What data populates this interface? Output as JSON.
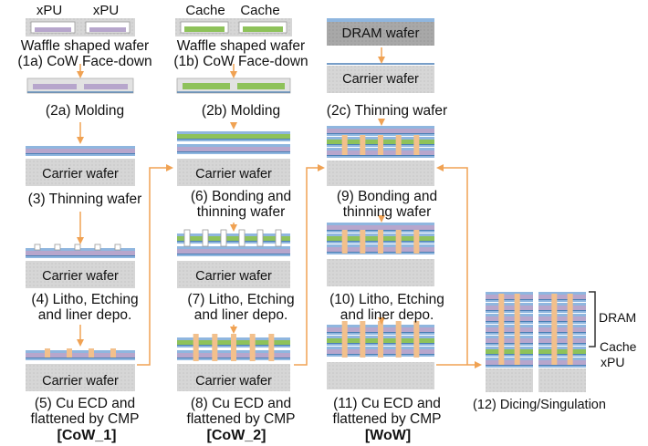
{
  "colors": {
    "carrier": "#d4d4d4",
    "dram": "#a9a9a9",
    "device": "#b7a6cc",
    "cache_green": "#8ec25a",
    "cu_pillar": "#f2c08c",
    "bond_layer": "#8fb6df",
    "blue_line": "#4a7fb5",
    "arrow": "#f0a253"
  },
  "chip_labels": {
    "xpu_1": "xPU",
    "xpu_2": "xPU",
    "cache_1": "Cache",
    "cache_2": "Cache",
    "dram_wafer": "DRAM wafer"
  },
  "carrier_label": "Carrier wafer",
  "steps": {
    "s1a": "Waffle shaped wafer\n(1a) CoW Face-down",
    "s1b": "Waffle shaped wafer\n(1b) CoW Face-down",
    "s2a": "(2a) Molding",
    "s2b": "(2b) Molding",
    "s2c": "(2c) Thinning wafer",
    "s3": "(3) Thinning wafer",
    "s4": "(4) Litho, Etching\nand liner depo.",
    "s5": "(5) Cu ECD and\nflattened by CMP",
    "s6": "(6) Bonding and\nthinning wafer",
    "s7": "(7) Litho, Etching\nand liner depo.",
    "s8": "(8) Cu ECD and\nflattened by CMP",
    "s9": "(9) Bonding and\nthinning wafer",
    "s10": "(10) Litho, Etching\nand liner depo.",
    "s11": "(11) Cu ECD and\nflattened by CMP",
    "s12": "(12) Dicing/Singulation"
  },
  "columns": {
    "cow1": "[CoW_1]",
    "cow2": "[CoW_2]",
    "wow": "[WoW]"
  },
  "side_labels": {
    "dram": "DRAM",
    "cache": "Cache",
    "xpu": "xPU"
  }
}
